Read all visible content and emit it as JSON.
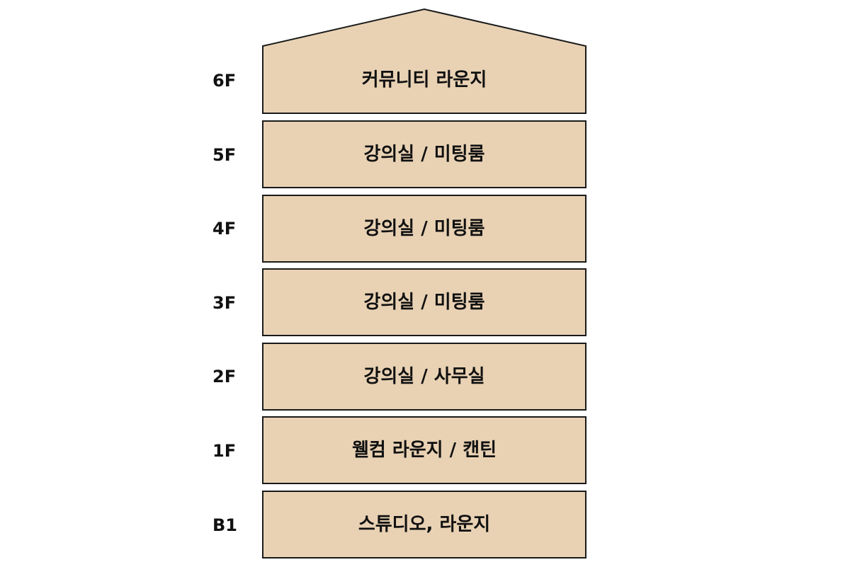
{
  "floors": [
    {
      "level": "6F",
      "rooms": "커뮤니티 라운지"
    },
    {
      "level": "5F",
      "rooms": "강의실 / 미팅룸"
    },
    {
      "level": "4F",
      "rooms": "강의실 / 미팅룸"
    },
    {
      "level": "3F",
      "rooms": "강의실 / 미팅룸"
    },
    {
      "level": "2F",
      "rooms": "강의실 / 사무실"
    },
    {
      "level": "1F",
      "rooms": "웰컴 라운지 / 캔틴"
    },
    {
      "level": "B1",
      "rooms": "스튜디오, 라운지"
    }
  ],
  "colors": {
    "floor_fill": "#e9d2b4",
    "outline": "#1a1a1a",
    "text": "#111111"
  }
}
